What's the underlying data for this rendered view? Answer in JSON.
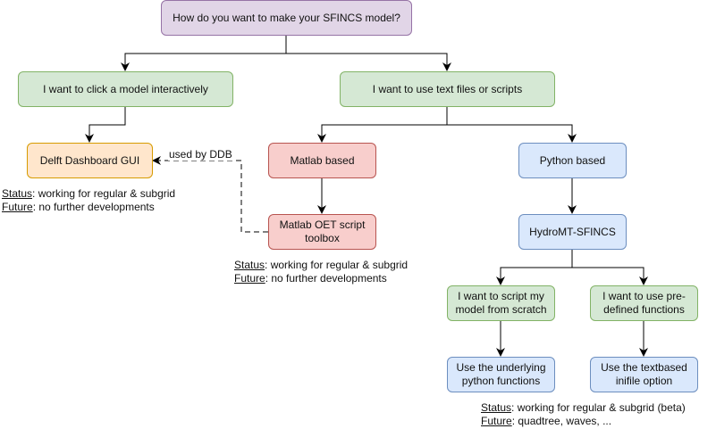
{
  "nodes": {
    "root": "How do you want to make your SFINCS model?",
    "click": "I want to click a model interactively",
    "text": "I want to use text files or scripts",
    "ddb": "Delft Dashboard GUI",
    "matlab": "Matlab based",
    "python": "Python based",
    "oet": "Matlab OET script toolbox",
    "hydromt": "HydroMT-SFINCS",
    "script": "I want to script my model from scratch",
    "predef": "I want to use pre-defined functions",
    "pyfunc": "Use the underlying python functions",
    "inifile": "Use the textbased inifile option"
  },
  "edge_label": "used by DDB",
  "notes": {
    "ddb": {
      "status_key": "Status",
      "status_val": ": working for regular & subgrid",
      "future_key": "Future",
      "future_val": ": no further developments"
    },
    "oet": {
      "status_key": "Status",
      "status_val": ": working for regular & subgrid",
      "future_key": "Future",
      "future_val": ": no further developments"
    },
    "hydromt": {
      "status_key": "Status",
      "status_val": ": working for regular & subgrid (beta)",
      "future_key": "Future",
      "future_val": ": quadtree, waves, ..."
    }
  },
  "colors": {
    "purple_fill": "#e1d5e7",
    "green_fill": "#d5e8d4",
    "orange_fill": "#ffe6cc",
    "red_fill": "#f8cecc",
    "blue_fill": "#dae8fc"
  }
}
